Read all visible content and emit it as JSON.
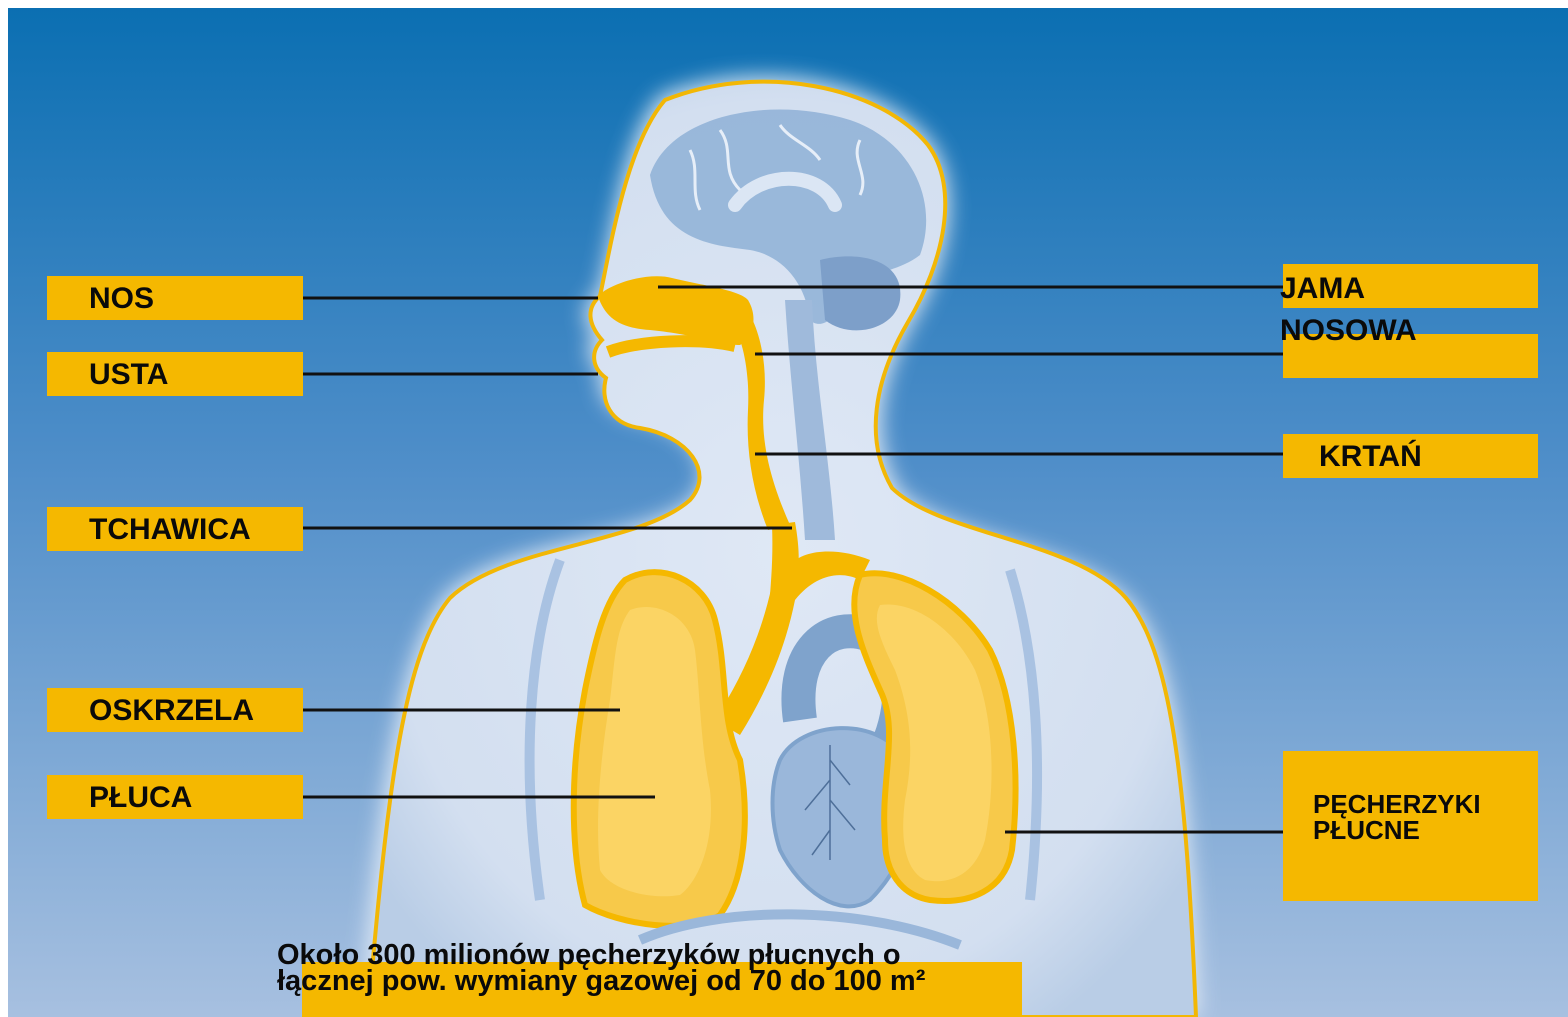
{
  "labels": {
    "nos": "NOS",
    "usta": "USTA",
    "tchawica": "TCHAWICA",
    "oskrzela": "OSKRZELA",
    "pluca": "PŁUCA",
    "jama_nosowa_line1": "JAMA",
    "jama_nosowa_line2": "NOSOWA",
    "krtan": "KRTAŃ",
    "pecherzyki_line1": "PĘCHERZYKI",
    "pecherzyki_line2": "PŁUCNE"
  },
  "caption": {
    "line1": "Około 300 milionów pęcherzyków płucnych o",
    "line2": "łącznej pow. wymiany gazowej od 70 do 100 m²"
  },
  "colors": {
    "background_top": "#0b6fb2",
    "background_bottom": "#a3bedf",
    "body_fill": "#d6e2f2",
    "body_outline": "#f2b705",
    "label_fill": "#f5b800",
    "lung_fill": "#f7c94a",
    "organ_blue": "#7fa3cc"
  }
}
